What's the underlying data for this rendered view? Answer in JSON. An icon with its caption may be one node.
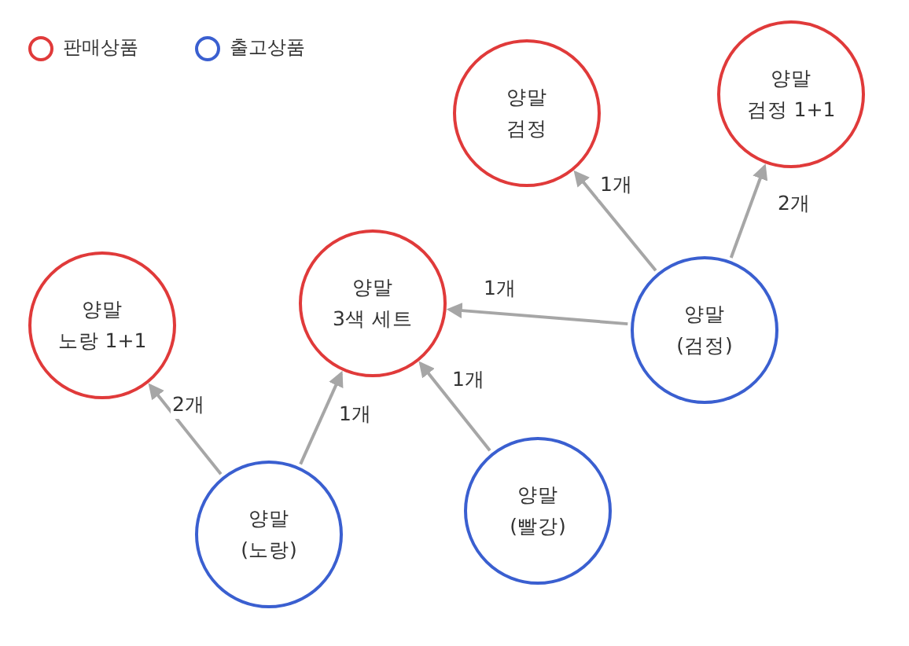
{
  "diagram": {
    "nodes": [
      {
        "text": [
          "양말 검정"
        ]
      },
      {
        "text": [
          "양말 검정 1+1"
        ]
      },
      {
        "text": [
          "양말 노랑 1+1"
        ]
      },
      {
        "text": [
          "양말 3색 세트"
        ]
      },
      {
        "text": [
          "양말 (검정)"
        ]
      },
      {
        "text": [
          "양말 (노랑)"
        ]
      },
      {
        "text": [
          "양말 (빨강)"
        ]
      }
    ],
    "edges": [
      {
        "from": 4,
        "to": 0,
        "arrow": "to",
        "label": "1개"
      },
      {
        "from": 4,
        "to": 1,
        "arrow": "to",
        "label": "2개"
      },
      {
        "from": 4,
        "to": 3,
        "arrow": "to",
        "label": "1개"
      },
      {
        "from": 5,
        "to": 2,
        "arrow": "to",
        "label": "2개"
      },
      {
        "from": 5,
        "to": 3,
        "arrow": "to",
        "label": "1개"
      },
      {
        "from": 6,
        "to": 3,
        "arrow": "to",
        "label": "1개"
      }
    ],
    "legend": [
      {
        "text": "판매상품",
        "color": "#e03a3a"
      },
      {
        "text": "출고상품",
        "color": "#3a5fd0"
      }
    ]
  }
}
